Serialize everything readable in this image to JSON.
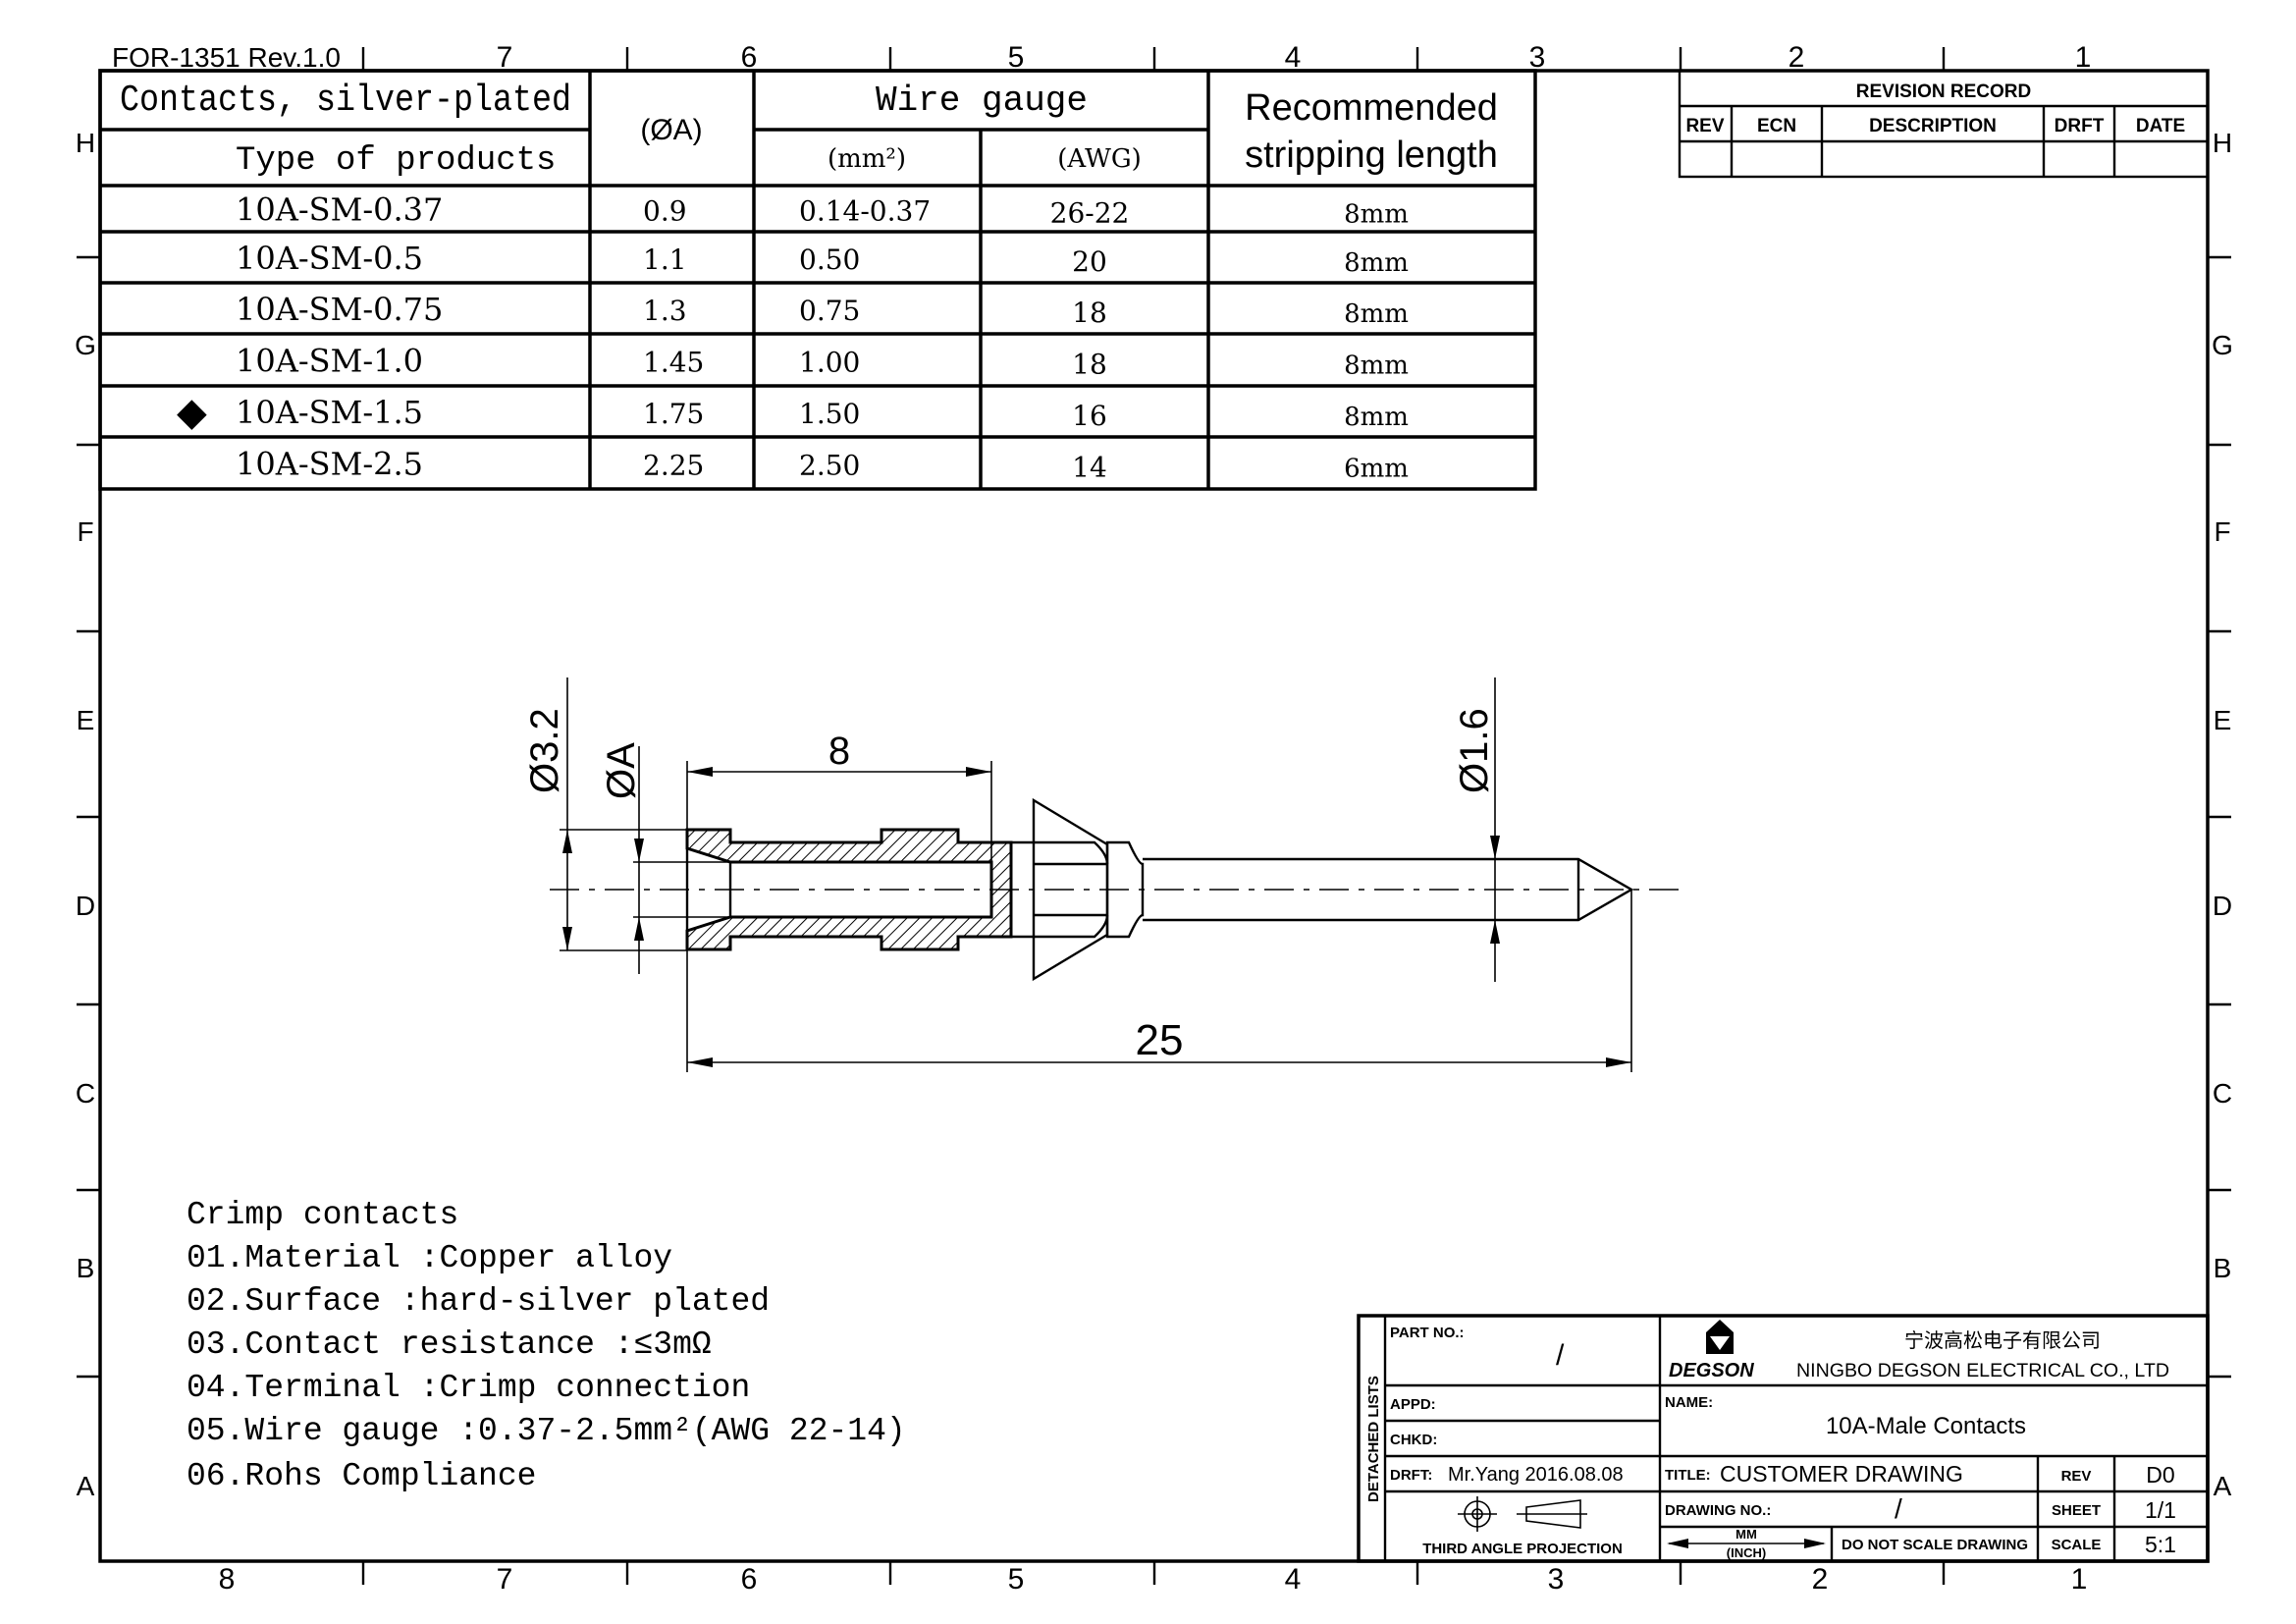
{
  "form_id": "FOR-1351 Rev.1.0",
  "ruler": {
    "top": [
      "7",
      "6",
      "5",
      "4",
      "3",
      "2",
      "1"
    ],
    "bottom": [
      "8",
      "7",
      "6",
      "5",
      "4",
      "3",
      "2",
      "1"
    ],
    "rows": [
      "H",
      "G",
      "F",
      "E",
      "D",
      "C",
      "B",
      "A"
    ]
  },
  "spec_table": {
    "title": "Contacts, silver-plated",
    "type_header": "Type of products",
    "diameter_header": "(ØA)",
    "wire_gauge_header": "Wire gauge",
    "mm2_header": "(mm²)",
    "awg_header": "(AWG)",
    "stripping_header_1": "Recommended",
    "stripping_header_2": "stripping length",
    "marker": "◆",
    "rows": [
      {
        "type": "10A-SM-0.37",
        "diameter": "0.9",
        "mm2": "0.14-0.37",
        "awg": "26-22",
        "stripping": "8mm",
        "marked": false
      },
      {
        "type": "10A-SM-0.5",
        "diameter": "1.1",
        "mm2": "0.50",
        "awg": "20",
        "stripping": "8mm",
        "marked": false
      },
      {
        "type": "10A-SM-0.75",
        "diameter": "1.3",
        "mm2": "0.75",
        "awg": "18",
        "stripping": "8mm",
        "marked": false
      },
      {
        "type": "10A-SM-1.0",
        "diameter": "1.45",
        "mm2": "1.00",
        "awg": "18",
        "stripping": "8mm",
        "marked": false
      },
      {
        "type": "10A-SM-1.5",
        "diameter": "1.75",
        "mm2": "1.50",
        "awg": "16",
        "stripping": "8mm",
        "marked": true
      },
      {
        "type": "10A-SM-2.5",
        "diameter": "2.25",
        "mm2": "2.50",
        "awg": "14",
        "stripping": "6mm",
        "marked": false
      }
    ]
  },
  "revision_record": {
    "title": "REVISION RECORD",
    "columns": [
      "REV",
      "ECN",
      "DESCRIPTION",
      "DRFT",
      "DATE"
    ]
  },
  "drawing": {
    "dim_outer": "Ø3.2",
    "dim_bore": "ØA",
    "dim_strip": "8",
    "dim_length": "25",
    "dim_pin": "Ø1.6"
  },
  "notes": {
    "heading": "Crimp contacts",
    "items": [
      "01.Material :Copper alloy",
      "02.Surface :hard-silver plated",
      "03.Contact resistance :≤3mΩ",
      "04.Terminal :Crimp connection",
      "05.Wire gauge :0.37-2.5mm²(AWG 22-14)",
      "06.Rohs Compliance"
    ]
  },
  "title_block": {
    "detached_lists": "DETACHED LISTS",
    "part_no_label": "PART NO.:",
    "part_no": "/",
    "appd_label": "APPD:",
    "chkd_label": "CHKD:",
    "drft_label": "DRFT:",
    "drft_value": "Mr.Yang 2016.08.08",
    "projection": "THIRD ANGLE PROJECTION",
    "logo_text": "DEGSON",
    "company_cn": "宁波高松电子有限公司",
    "company_en": "NINGBO DEGSON ELECTRICAL CO., LTD",
    "name_label": "NAME:",
    "name": "10A-Male Contacts",
    "title_label": "TITLE:",
    "title": "CUSTOMER DRAWING",
    "rev_label": "REV",
    "rev": "D0",
    "drawing_no_label": "DRAWING NO.:",
    "drawing_no": "/",
    "sheet_label": "SHEET",
    "sheet": "1/1",
    "units_mm": "MM",
    "units_inch": "(INCH)",
    "no_scale": "DO NOT SCALE DRAWING",
    "scale_label": "SCALE",
    "scale": "5:1"
  }
}
